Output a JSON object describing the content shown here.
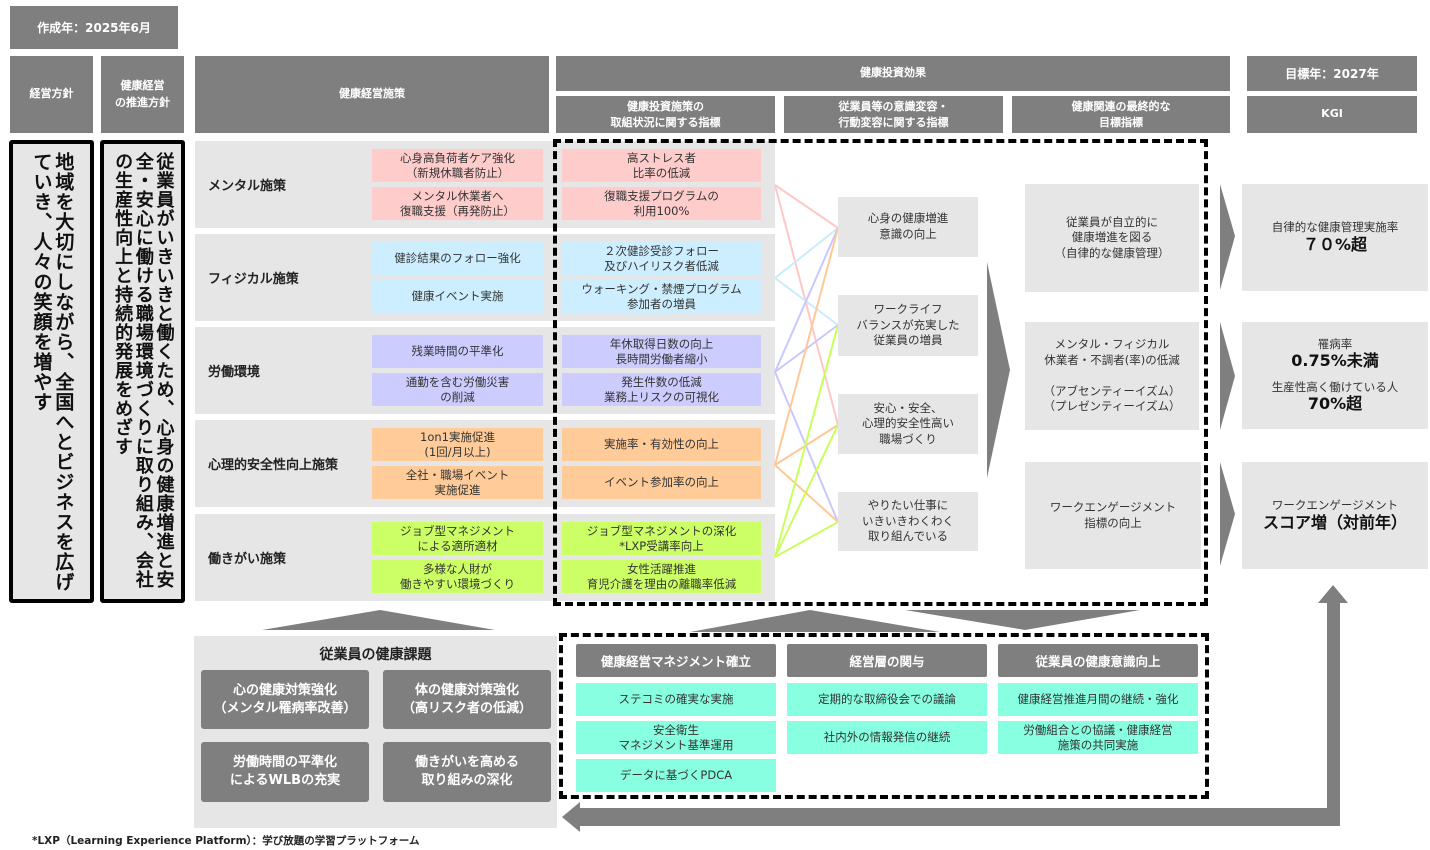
{
  "created": "作成年：2025年6月",
  "headers": {
    "policy": "経営方針",
    "promotion_policy": "健康経営\nの推進方針",
    "measures": "健康経営施策",
    "effects": "健康投資効果",
    "effect_sub": [
      "健康投資施策の\n取組状況に関する指標",
      "従業員等の意識変容・\n行動変容に関する指標",
      "健康関連の最終的な\n目標指標"
    ],
    "target_year": "目標年：2027年",
    "kgi": "KGI"
  },
  "management_policy": "地域を大切にしながら、全国へとビジネスを広げていき、人々の笑顔を増やす",
  "promotion_policy_text": "従業員がいきいきと働くため、心身の健康増進と安全・安心に働ける職場環境づくりに取り組み、会社の生産性向上と持続的発展をめざす",
  "measures": [
    {
      "label": "メンタル施策",
      "color": "#ffcccc",
      "items": [
        "心身高負荷者ケア強化\n（新規休職者防止）",
        "メンタル休業者へ\n復職支援（再発防止）"
      ],
      "indicators": [
        "高ストレス者\n比率の低減",
        "復職支援プログラムの\n利用100%"
      ]
    },
    {
      "label": "フィジカル施策",
      "color": "#cceeff",
      "items": [
        "健診結果のフォロー強化",
        "健康イベント実施"
      ],
      "indicators": [
        "２次健診受診フォロー\n及びハイリスク者低減",
        "ウォーキング・禁煙プログラム\n参加者の増員"
      ]
    },
    {
      "label": "労働環境",
      "color": "#ccccff",
      "items": [
        "残業時間の平準化",
        "通勤を含む労働災害\nの削減"
      ],
      "indicators": [
        "年休取得日数の向上\n長時間労働者縮小",
        "発生件数の低減\n業務上リスクの可視化"
      ]
    },
    {
      "label": "心理的安全性向上施策",
      "color": "#ffcc99",
      "items": [
        "1on1実施促進\n(1回/月以上)",
        "全社・職場イベント\n実施促進"
      ],
      "indicators": [
        "実施率・有効性の向上",
        "イベント参加率の向上"
      ]
    },
    {
      "label": "働きがい施策",
      "color": "#ccff66",
      "items": [
        "ジョブ型マネジメント\nによる適所適材",
        "多様な人財が\n働きやすい環境づくり"
      ],
      "indicators": [
        "ジョブ型マネジメントの深化\n*LXP受講率向上",
        "女性活躍推進\n育児介護を理由の離職率低減"
      ]
    }
  ],
  "awareness": [
    "心身の健康増進\n意識の向上",
    "ワークライフ\nバランスが充実した\n従業員の増員",
    "安心・安全、\n心理的安全性高い\n職場づくり",
    "やりたい仕事に\nいきいきわくわく\n取り組んでいる"
  ],
  "links": [
    {
      "from": 0,
      "to": [
        0,
        2
      ]
    },
    {
      "from": 1,
      "to": [
        0,
        1
      ]
    },
    {
      "from": 2,
      "to": [
        0,
        1,
        3
      ]
    },
    {
      "from": 3,
      "to": [
        0,
        2,
        3
      ]
    },
    {
      "from": 4,
      "to": [
        1,
        2,
        3
      ]
    }
  ],
  "final_goals": [
    "従業員が自立的に\n健康増進を図る\n（自律的な健康管理）",
    "メンタル・フィジカル\n休業者・不調者(率)の低減\n\n（アブセンティーイズム）\n（プレゼンティーイズム）",
    "ワークエンゲージメント\n指標の向上"
  ],
  "kgis": [
    {
      "lines": [
        {
          "t": "自律的な健康管理実施率",
          "big": false
        },
        {
          "t": "７０%超",
          "big": true
        }
      ]
    },
    {
      "lines": [
        {
          "t": "罹病率",
          "big": false
        },
        {
          "t": "0.75%未満",
          "big": true
        },
        {
          "t": "",
          "big": false
        },
        {
          "t": "生産性高く働けている人",
          "big": false
        },
        {
          "t": "70%超",
          "big": true
        }
      ]
    },
    {
      "lines": [
        {
          "t": "ワークエンゲージメント",
          "big": false
        },
        {
          "t": "スコア増（対前年）",
          "big": true
        }
      ]
    }
  ],
  "health_issues": {
    "title": "従業員の健康課題",
    "items": [
      "心の健康対策強化\n（メンタル罹病率改善）",
      "体の健康対策強化\n（高リスク者の低減）",
      "労働時間の平準化\nによるWLBの充実",
      "働きがいを高める\n取り組みの深化"
    ]
  },
  "foundation": [
    {
      "title": "健康経営マネジメント確立",
      "items": [
        "ステコミの確実な実施",
        "安全衛生\nマネジメント基準運用",
        "データに基づくPDCA"
      ]
    },
    {
      "title": "経営層の関与",
      "items": [
        "定期的な取締役会での議論",
        "社内外の情報発信の継続"
      ]
    },
    {
      "title": "従業員の健康意識向上",
      "items": [
        "健康経営推進月間の継続・強化",
        "労働組合との協議・健康経営\n施策の共同実施"
      ]
    }
  ],
  "footnote": "*LXP（Learning Experience Platform）：学び放題の学習プラットフォーム",
  "colors": {
    "header": "#7f7f7f",
    "panel": "#e6e6e6",
    "mint": "#88ffe0"
  }
}
